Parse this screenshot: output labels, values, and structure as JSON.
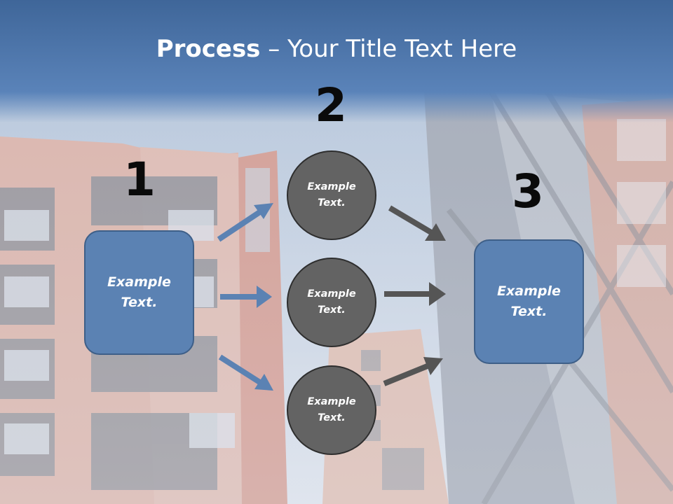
{
  "slide": {
    "title_bold": "Process",
    "title_rest": " – Your Title Text Here",
    "steps": [
      "1",
      "2",
      "3"
    ],
    "left_box": [
      "Example",
      "Text."
    ],
    "circles": [
      [
        "Example",
        "Text."
      ],
      [
        "Example",
        "Text."
      ],
      [
        "Example",
        "Text."
      ]
    ],
    "right_box": [
      "Example",
      "Text."
    ]
  },
  "colors": {
    "header_band": "#4a73a6",
    "box_fill": "#5b82b3",
    "circle_fill": "#636363",
    "blue_arrow": "#5b82b3",
    "gray_arrow": "#555555"
  }
}
